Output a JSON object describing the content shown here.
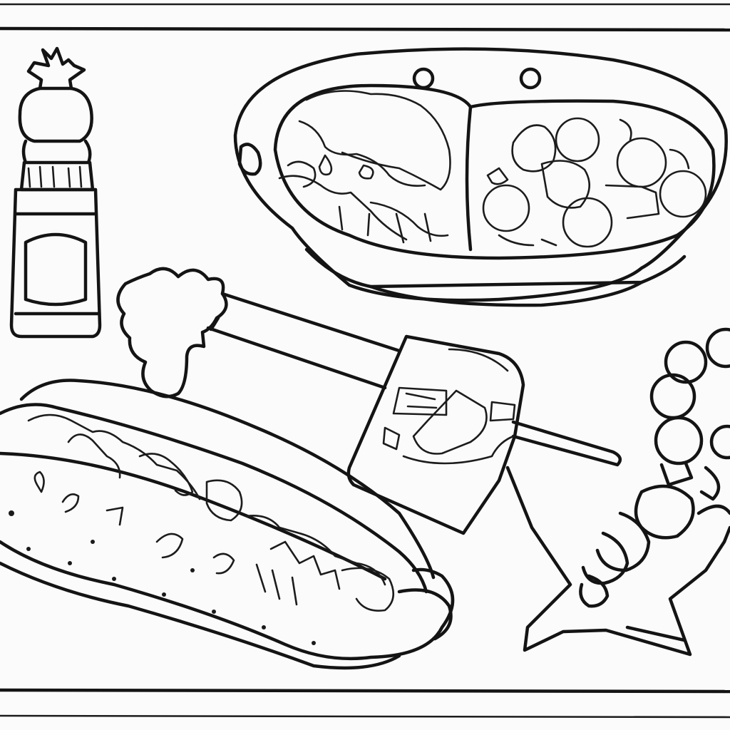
{
  "page": {
    "background_color": "#fbfbfb",
    "ink_color": "#141414"
  },
  "items": [
    {
      "key": "bottle",
      "icon": "condiment-bottle-icon"
    },
    {
      "key": "bowl",
      "icon": "divided-bowl-icon"
    },
    {
      "key": "skewer",
      "icon": "skewer-icon"
    },
    {
      "key": "hotdog",
      "icon": "hot-dog-icon"
    },
    {
      "key": "flag",
      "icon": "flag-icon"
    },
    {
      "key": "star-kebab",
      "icon": "star-kebab-icon"
    }
  ]
}
